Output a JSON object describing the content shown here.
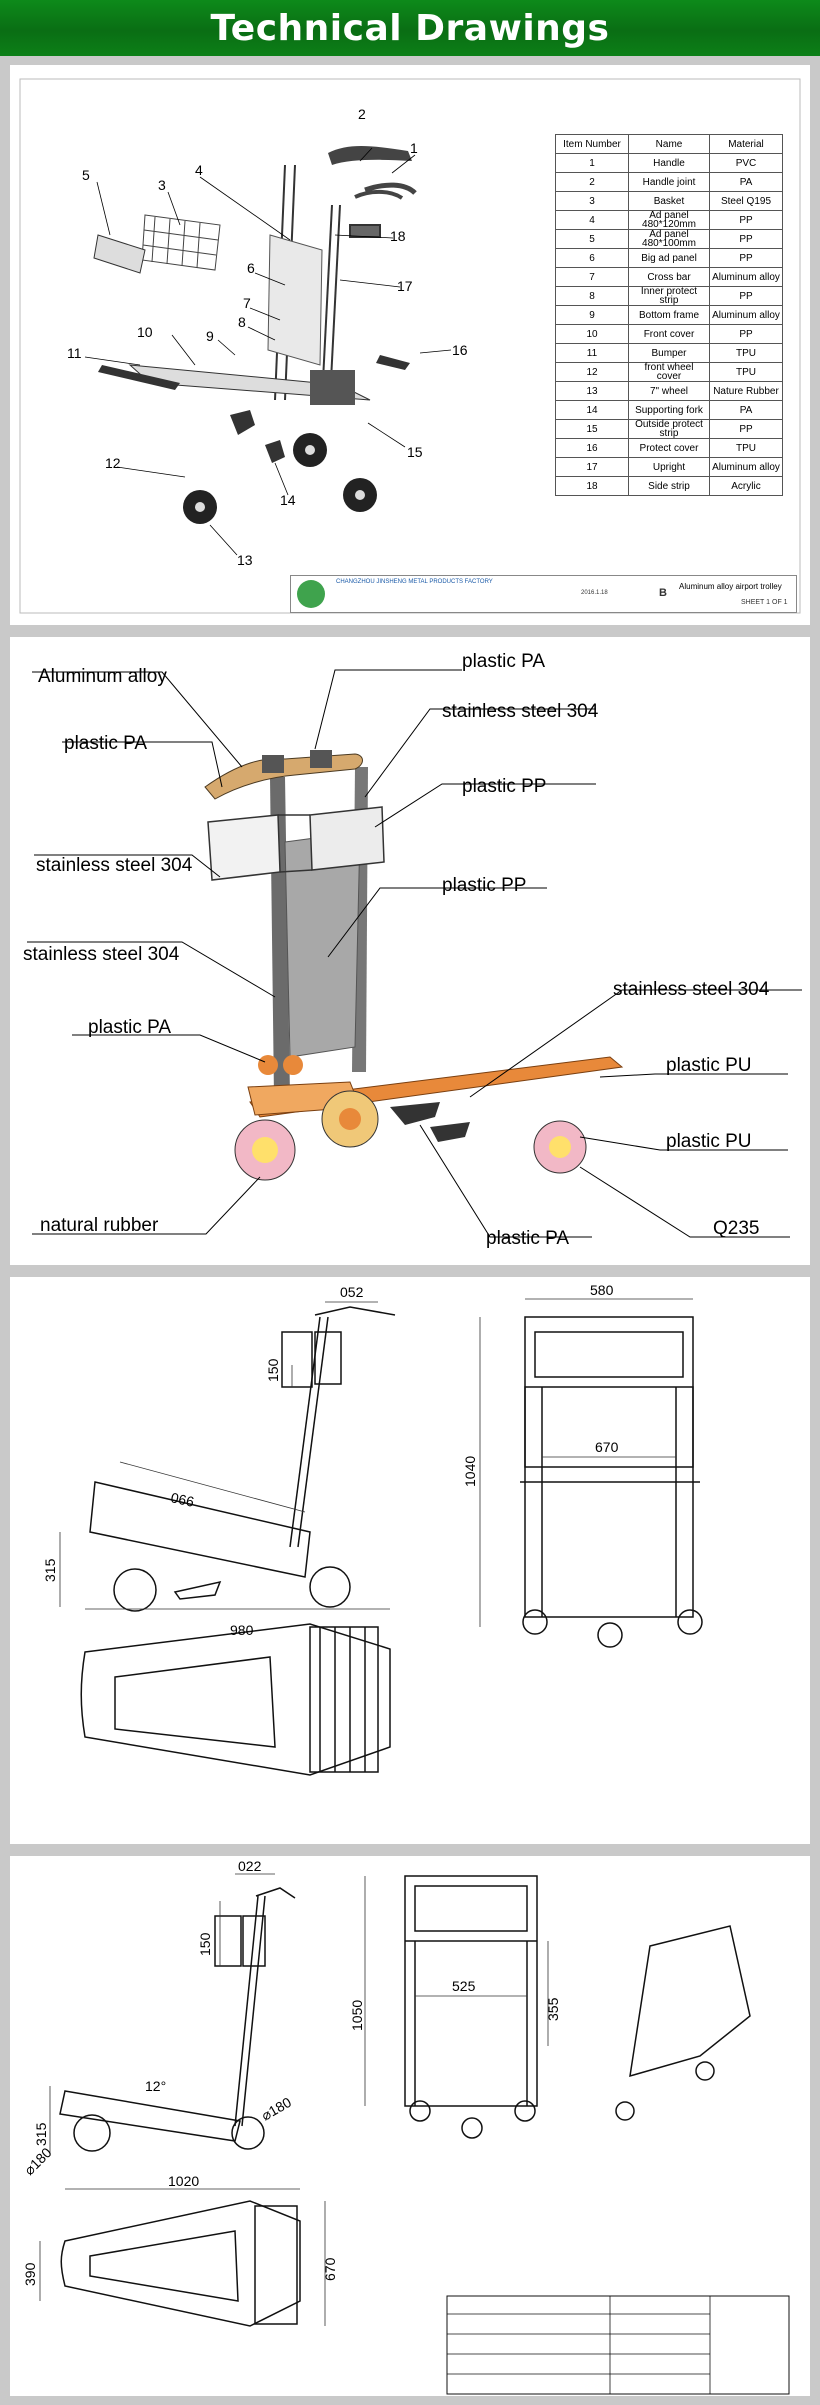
{
  "banner": {
    "title": "Technical Drawings"
  },
  "panel1": {
    "callouts": [
      "1",
      "2",
      "3",
      "4",
      "5",
      "6",
      "7",
      "8",
      "9",
      "10",
      "11",
      "12",
      "13",
      "14",
      "15",
      "16",
      "17",
      "18"
    ],
    "table": {
      "headers": [
        "Item Number",
        "Name",
        "Material"
      ],
      "rows": [
        [
          "1",
          "Handle",
          "PVC"
        ],
        [
          "2",
          "Handle joint",
          "PA"
        ],
        [
          "3",
          "Basket",
          "Steel Q195"
        ],
        [
          "4",
          "Ad panel 480*120mm",
          "PP"
        ],
        [
          "5",
          "Ad panel 480*100mm",
          "PP"
        ],
        [
          "6",
          "Big ad panel",
          "PP"
        ],
        [
          "7",
          "Cross bar",
          "Aluminum alloy"
        ],
        [
          "8",
          "Inner protect strip",
          "PP"
        ],
        [
          "9",
          "Bottom frame",
          "Aluminum alloy"
        ],
        [
          "10",
          "Front cover",
          "PP"
        ],
        [
          "11",
          "Bumper",
          "TPU"
        ],
        [
          "12",
          "front wheel cover",
          "TPU"
        ],
        [
          "13",
          "7\" wheel",
          "Nature Rubber"
        ],
        [
          "14",
          "Supporting fork",
          "PA"
        ],
        [
          "15",
          "Outside protect strip",
          "PP"
        ],
        [
          "16",
          "Protect cover",
          "TPU"
        ],
        [
          "17",
          "Upright",
          "Aluminum alloy"
        ],
        [
          "18",
          "Side strip",
          "Acrylic"
        ]
      ]
    },
    "title_block": {
      "company": "CHANGZHOU JINSHENG METAL PRODUCTS FACTORY",
      "title": "Aluminum alloy airport trolley",
      "size": "B",
      "sheet": "SHEET 1 OF 1",
      "date": "2016.1.18"
    }
  },
  "panel2": {
    "labels": {
      "aluminum_alloy": "Aluminum alloy",
      "plastic_pa_top": "plastic  PA",
      "ss304_top": "stainless steel 304",
      "plastic_pa_left": "plastic  PA",
      "plastic_pp_basket": "plastic  PP",
      "ss304_left1": "stainless steel 304",
      "plastic_pp_panel": "plastic  PP",
      "ss304_left2": "stainless steel 304",
      "ss304_right": "stainless steel 304",
      "plastic_pa_mid": "plastic  PA",
      "plastic_pu_1": "plastic  PU",
      "plastic_pu_2": "plastic  PU",
      "natural_rubber": "natural rubber",
      "plastic_pa_bottom": "plastic  PA",
      "q235": "Q235"
    }
  },
  "panel3": {
    "dims": {
      "d052": "052",
      "d150": "150",
      "d066": "066",
      "d315": "315",
      "d980": "980",
      "d580": "580",
      "d670": "670",
      "d1040": "1040"
    }
  },
  "panel4": {
    "dims": {
      "d022": "022",
      "d150": "150",
      "d12": "12°",
      "d315": "315",
      "d180a": "⌀180",
      "d180b": "⌀180",
      "d1050": "1050",
      "d525": "525",
      "d355": "355",
      "d1020": "1020",
      "d390": "390",
      "d670": "670"
    }
  }
}
